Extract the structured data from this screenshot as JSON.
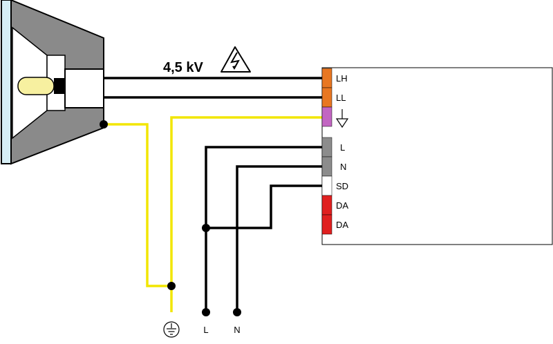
{
  "voltage_label": "4,5 kV",
  "terminals": [
    {
      "label": "LH",
      "color": "#e87722"
    },
    {
      "label": "LL",
      "color": "#e87722"
    },
    {
      "label": "",
      "color": "#c266c2",
      "icon": "ground-symbol-icon"
    },
    {
      "label": "L",
      "color": "#8c8c8c"
    },
    {
      "label": "N",
      "color": "#8c8c8c"
    },
    {
      "label": "SD",
      "color": "#ffffff"
    },
    {
      "label": "DA",
      "color": "#e02020"
    },
    {
      "label": "DA",
      "color": "#e02020"
    }
  ],
  "bottom_labels": {
    "l": "L",
    "n": "N"
  },
  "colors": {
    "earth_wire": "#f2e600",
    "wire": "#000000",
    "reflector": "#8a8a8a",
    "lens": "#d6eef5",
    "bulb": "#f7f0a0"
  },
  "icons": {
    "high_voltage": "high-voltage-warning-icon",
    "earth": "earth-ground-icon",
    "lamp": "lamp-fixture-icon"
  }
}
